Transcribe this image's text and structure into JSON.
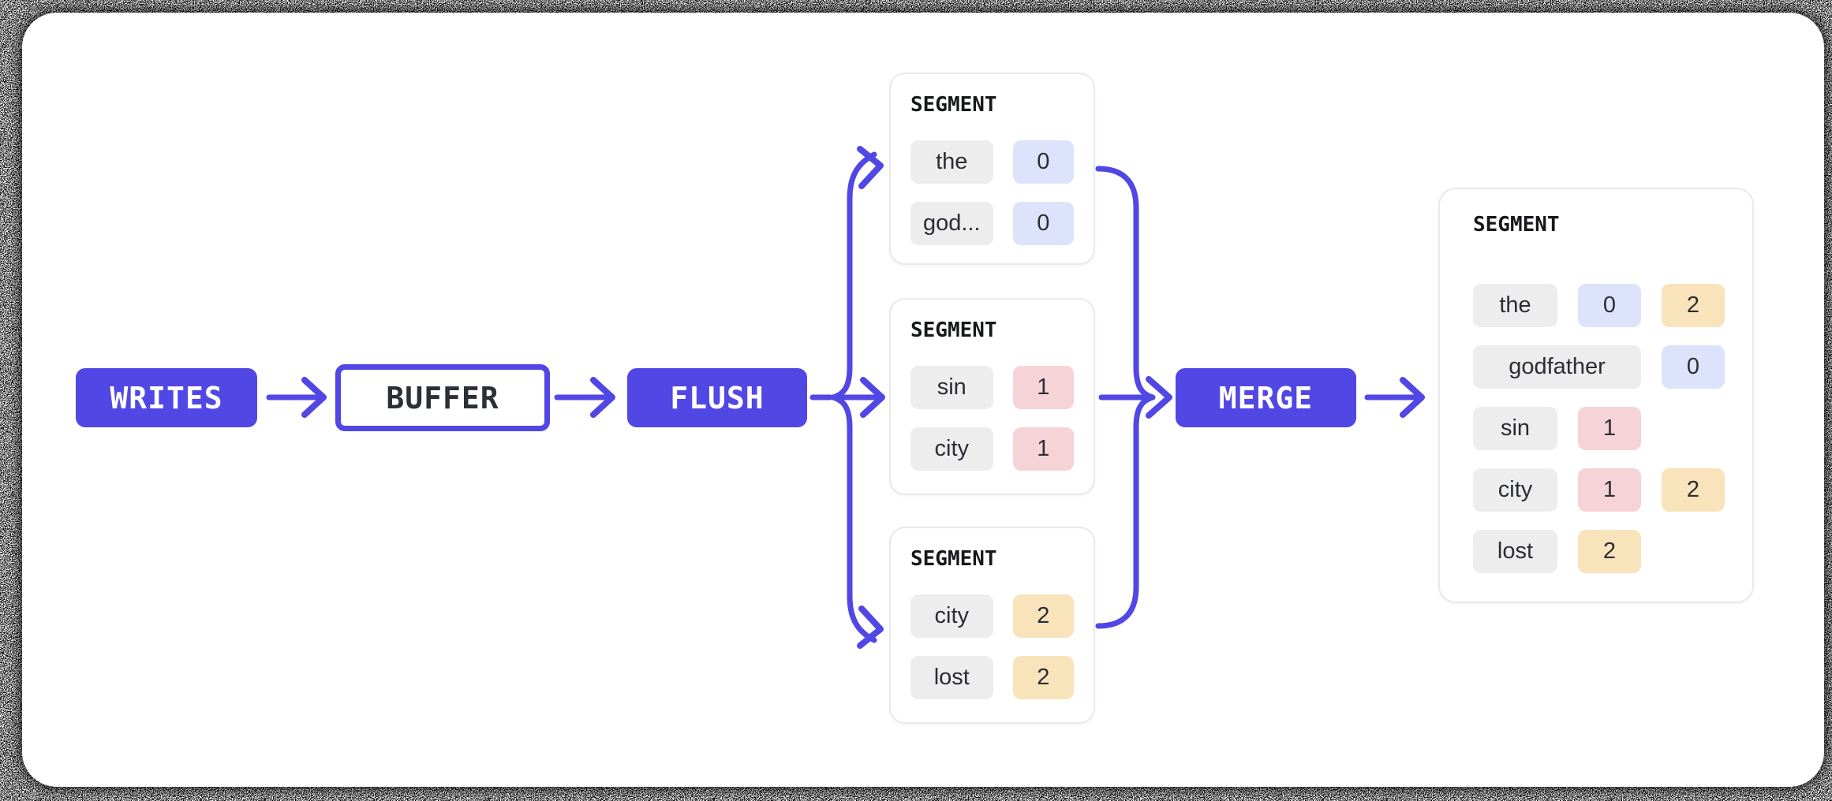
{
  "diagram": {
    "nodes": {
      "writes": {
        "label": "WRITES"
      },
      "buffer": {
        "label": "BUFFER"
      },
      "flush": {
        "label": "FLUSH"
      },
      "merge": {
        "label": "MERGE"
      }
    },
    "segments": [
      {
        "title": "SEGMENT",
        "rows": [
          {
            "term": "the",
            "chips": [
              {
                "value": "0",
                "color": "lavender"
              }
            ]
          },
          {
            "term": "god...",
            "chips": [
              {
                "value": "0",
                "color": "lavender"
              }
            ]
          }
        ]
      },
      {
        "title": "SEGMENT",
        "rows": [
          {
            "term": "sin",
            "chips": [
              {
                "value": "1",
                "color": "pink"
              }
            ]
          },
          {
            "term": "city",
            "chips": [
              {
                "value": "1",
                "color": "pink"
              }
            ]
          }
        ]
      },
      {
        "title": "SEGMENT",
        "rows": [
          {
            "term": "city",
            "chips": [
              {
                "value": "2",
                "color": "amber"
              }
            ]
          },
          {
            "term": "lost",
            "chips": [
              {
                "value": "2",
                "color": "amber"
              }
            ]
          }
        ]
      }
    ],
    "merged_segment": {
      "title": "SEGMENT",
      "rows": [
        {
          "term": "the",
          "chips": [
            {
              "value": "0",
              "color": "lavender"
            },
            {
              "value": "2",
              "color": "amber"
            }
          ]
        },
        {
          "term": "godfather",
          "chips": [
            {
              "value": "0",
              "color": "lavender"
            }
          ]
        },
        {
          "term": "sin",
          "chips": [
            {
              "value": "1",
              "color": "pink"
            }
          ]
        },
        {
          "term": "city",
          "chips": [
            {
              "value": "1",
              "color": "pink"
            },
            {
              "value": "2",
              "color": "amber"
            }
          ]
        },
        {
          "term": "lost",
          "chips": [
            {
              "value": "2",
              "color": "amber"
            }
          ]
        }
      ]
    },
    "colors": {
      "accent": "#5147e4",
      "chip_gray": "#ededed",
      "chip_lavender": "#dde3fa",
      "chip_pink": "#f5d3d6",
      "chip_amber": "#f8e3bb"
    }
  }
}
